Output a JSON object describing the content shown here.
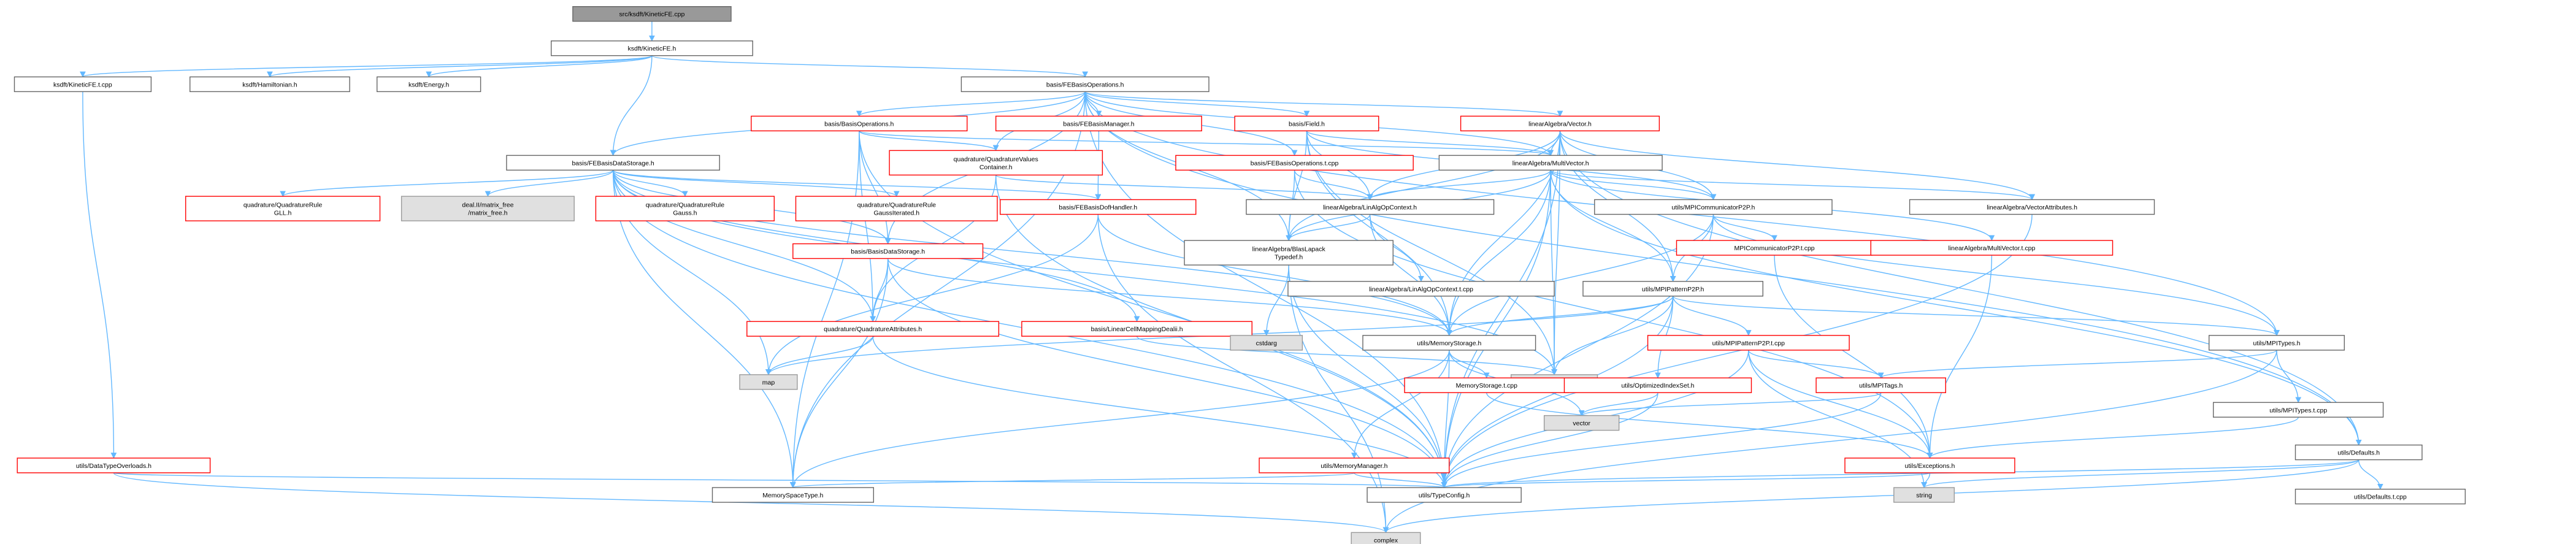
{
  "colors": {
    "edge": "#63b8ff",
    "root_fill": "#999999",
    "normal_stroke": "#666666",
    "missing_stroke": "#ff0000",
    "external_fill": "#e0e0e0",
    "external_stroke": "#999999",
    "node_fill": "#ffffff"
  },
  "nodes": [
    {
      "id": "root",
      "lines": [
        "src/ksdft/KineticFE.cpp"
      ],
      "kind": "root",
      "interactable": false
    },
    {
      "id": "KineticFE_h",
      "lines": [
        "ksdft/KineticFE.h"
      ],
      "kind": "normal",
      "interactable": true
    },
    {
      "id": "KineticFE_t",
      "lines": [
        "ksdft/KineticFE.t.cpp"
      ],
      "kind": "normal",
      "interactable": true
    },
    {
      "id": "Hamiltonian",
      "lines": [
        "ksdft/Hamiltonian.h"
      ],
      "kind": "normal",
      "interactable": true
    },
    {
      "id": "Energy",
      "lines": [
        "ksdft/Energy.h"
      ],
      "kind": "normal",
      "interactable": true
    },
    {
      "id": "FEBasisOps",
      "lines": [
        "basis/FEBasisOperations.h"
      ],
      "kind": "normal",
      "interactable": true
    },
    {
      "id": "BasisOps",
      "lines": [
        "basis/BasisOperations.h"
      ],
      "kind": "missing",
      "interactable": true
    },
    {
      "id": "FEBasisMgr",
      "lines": [
        "basis/FEBasisManager.h"
      ],
      "kind": "missing",
      "interactable": true
    },
    {
      "id": "Field",
      "lines": [
        "basis/Field.h"
      ],
      "kind": "missing",
      "interactable": true
    },
    {
      "id": "LAVector",
      "lines": [
        "linearAlgebra/Vector.h"
      ],
      "kind": "missing",
      "interactable": true
    },
    {
      "id": "FEBasisDS",
      "lines": [
        "basis/FEBasisDataStorage.h"
      ],
      "kind": "normal",
      "interactable": true
    },
    {
      "id": "QuadValCont",
      "lines": [
        "quadrature/QuadratureValues",
        "Container.h"
      ],
      "kind": "missing",
      "interactable": true
    },
    {
      "id": "FEBasisOps_t",
      "lines": [
        "basis/FEBasisOperations.t.cpp"
      ],
      "kind": "missing",
      "interactable": true
    },
    {
      "id": "MultiVector",
      "lines": [
        "linearAlgebra/MultiVector.h"
      ],
      "kind": "normal",
      "interactable": true
    },
    {
      "id": "QRGLL",
      "lines": [
        "quadrature/QuadratureRule",
        "GLL.h"
      ],
      "kind": "missing",
      "interactable": true
    },
    {
      "id": "dealii_mf",
      "lines": [
        "deal.II/matrix_free",
        "/matrix_free.h"
      ],
      "kind": "external",
      "interactable": false
    },
    {
      "id": "QRGauss",
      "lines": [
        "quadrature/QuadratureRule",
        "Gauss.h"
      ],
      "kind": "missing",
      "interactable": true
    },
    {
      "id": "QRGaussIt",
      "lines": [
        "quadrature/QuadratureRule",
        "GaussIterated.h"
      ],
      "kind": "missing",
      "interactable": true
    },
    {
      "id": "FEBasisDoF",
      "lines": [
        "basis/FEBasisDofHandler.h"
      ],
      "kind": "missing",
      "interactable": true
    },
    {
      "id": "LinAlgOpCtx",
      "lines": [
        "linearAlgebra/LinAlgOpContext.h"
      ],
      "kind": "normal",
      "interactable": true
    },
    {
      "id": "MPICommP2P",
      "lines": [
        "utils/MPICommunicatorP2P.h"
      ],
      "kind": "normal",
      "interactable": true
    },
    {
      "id": "LAVecAttr",
      "lines": [
        "linearAlgebra/VectorAttributes.h"
      ],
      "kind": "normal",
      "interactable": true
    },
    {
      "id": "BasisDS",
      "lines": [
        "basis/BasisDataStorage.h"
      ],
      "kind": "missing",
      "interactable": true
    },
    {
      "id": "BlasLapack",
      "lines": [
        "linearAlgebra/BlasLapack",
        "Typedef.h"
      ],
      "kind": "normal",
      "interactable": true
    },
    {
      "id": "LinAlgOpCtx_t",
      "lines": [
        "linearAlgebra/LinAlgOpContext.t.cpp"
      ],
      "kind": "normal",
      "interactable": true
    },
    {
      "id": "MPICommP2P_t",
      "lines": [
        "MPICommunicatorP2P.t.cpp"
      ],
      "kind": "missing",
      "interactable": true
    },
    {
      "id": "MultiVec_t",
      "lines": [
        "linearAlgebra/MultiVector.t.cpp"
      ],
      "kind": "missing",
      "interactable": true
    },
    {
      "id": "Defaults",
      "lines": [
        "utils/Defaults.h"
      ],
      "kind": "normal",
      "interactable": true
    },
    {
      "id": "MPIPattern",
      "lines": [
        "utils/MPIPatternP2P.h"
      ],
      "kind": "normal",
      "interactable": true
    },
    {
      "id": "QuadAttr",
      "lines": [
        "quadrature/QuadratureAttributes.h"
      ],
      "kind": "missing",
      "interactable": true
    },
    {
      "id": "LinCellMap",
      "lines": [
        "basis/LinearCellMappingDealii.h"
      ],
      "kind": "missing",
      "interactable": true
    },
    {
      "id": "cstdarg",
      "lines": [
        "cstdarg"
      ],
      "kind": "external",
      "interactable": false
    },
    {
      "id": "MemStorage",
      "lines": [
        "utils/MemoryStorage.h"
      ],
      "kind": "normal",
      "interactable": true
    },
    {
      "id": "MPIPattern_t",
      "lines": [
        "utils/MPIPatternP2P.t.cpp"
      ],
      "kind": "missing",
      "interactable": true
    },
    {
      "id": "MPITypes",
      "lines": [
        "utils/MPITypes.h"
      ],
      "kind": "normal",
      "interactable": true
    },
    {
      "id": "map",
      "lines": [
        "map"
      ],
      "kind": "external",
      "interactable": false
    },
    {
      "id": "memory",
      "lines": [
        "memory"
      ],
      "kind": "external",
      "interactable": false
    },
    {
      "id": "MemStorage_t",
      "lines": [
        "MemoryStorage.t.cpp"
      ],
      "kind": "missing",
      "interactable": true
    },
    {
      "id": "OptIdxSet",
      "lines": [
        "utils/OptimizedIndexSet.h"
      ],
      "kind": "missing",
      "interactable": true
    },
    {
      "id": "MPITags",
      "lines": [
        "utils/MPITags.h"
      ],
      "kind": "missing",
      "interactable": true
    },
    {
      "id": "MPITypes_t",
      "lines": [
        "utils/MPITypes.t.cpp"
      ],
      "kind": "normal",
      "interactable": true
    },
    {
      "id": "vector",
      "lines": [
        "vector"
      ],
      "kind": "external",
      "interactable": false
    },
    {
      "id": "DataTypeOv",
      "lines": [
        "utils/DataTypeOverloads.h"
      ],
      "kind": "missing",
      "interactable": true
    },
    {
      "id": "MemMgr",
      "lines": [
        "utils/MemoryManager.h"
      ],
      "kind": "missing",
      "interactable": true
    },
    {
      "id": "Exceptions",
      "lines": [
        "utils/Exceptions.h"
      ],
      "kind": "missing",
      "interactable": true
    },
    {
      "id": "Defaults_t",
      "lines": [
        "utils/Defaults.t.cpp"
      ],
      "kind": "normal",
      "interactable": true
    },
    {
      "id": "MemSpaceType",
      "lines": [
        "MemorySpaceType.h"
      ],
      "kind": "normal",
      "interactable": true
    },
    {
      "id": "TypeConfig",
      "lines": [
        "utils/TypeConfig.h"
      ],
      "kind": "normal",
      "interactable": true
    },
    {
      "id": "string",
      "lines": [
        "string"
      ],
      "kind": "external",
      "interactable": false
    },
    {
      "id": "complex",
      "lines": [
        "complex"
      ],
      "kind": "external",
      "interactable": false
    }
  ],
  "edges": [
    [
      "root",
      "KineticFE_h"
    ],
    [
      "KineticFE_h",
      "KineticFE_t"
    ],
    [
      "KineticFE_h",
      "Hamiltonian"
    ],
    [
      "KineticFE_h",
      "Energy"
    ],
    [
      "KineticFE_h",
      "FEBasisOps"
    ],
    [
      "KineticFE_h",
      "FEBasisDS"
    ],
    [
      "KineticFE_t",
      "DataTypeOv"
    ],
    [
      "FEBasisOps",
      "BasisOps"
    ],
    [
      "FEBasisOps",
      "FEBasisMgr"
    ],
    [
      "FEBasisOps",
      "Field"
    ],
    [
      "FEBasisOps",
      "LAVector"
    ],
    [
      "FEBasisOps",
      "FEBasisDS"
    ],
    [
      "FEBasisOps",
      "QuadValCont"
    ],
    [
      "FEBasisOps",
      "FEBasisOps_t"
    ],
    [
      "FEBasisOps",
      "MultiVector"
    ],
    [
      "FEBasisOps",
      "BasisDS"
    ],
    [
      "FEBasisOps",
      "BlasLapack"
    ],
    [
      "FEBasisOps",
      "Defaults"
    ],
    [
      "FEBasisOps",
      "MemSpaceType"
    ],
    [
      "FEBasisOps",
      "TypeConfig"
    ],
    [
      "FEBasisOps",
      "MPITypes"
    ],
    [
      "BasisOps",
      "QuadValCont"
    ],
    [
      "BasisOps",
      "BasisDS"
    ],
    [
      "BasisOps",
      "QuadAttr"
    ],
    [
      "BasisOps",
      "TypeConfig"
    ],
    [
      "BasisOps",
      "MemSpaceType"
    ],
    [
      "BasisOps",
      "MultiVector"
    ],
    [
      "FEBasisMgr",
      "FEBasisDoF"
    ],
    [
      "Field",
      "MultiVector"
    ],
    [
      "Field",
      "LinAlgOpCtx"
    ],
    [
      "Field",
      "BlasLapack"
    ],
    [
      "Field",
      "MemStorage"
    ],
    [
      "Field",
      "memory"
    ],
    [
      "Field",
      "MPICommP2P"
    ],
    [
      "LAVector",
      "MultiVector"
    ],
    [
      "LAVector",
      "LinAlgOpCtx"
    ],
    [
      "LAVector",
      "MPICommP2P"
    ],
    [
      "LAVector",
      "LAVecAttr"
    ],
    [
      "LAVector",
      "MPIPattern"
    ],
    [
      "LAVector",
      "MemStorage"
    ],
    [
      "LAVector",
      "TypeConfig"
    ],
    [
      "LAVector",
      "Defaults"
    ],
    [
      "LAVector",
      "memory"
    ],
    [
      "LAVector",
      "BlasLapack"
    ],
    [
      "FEBasisDS",
      "QRGLL"
    ],
    [
      "FEBasisDS",
      "dealii_mf"
    ],
    [
      "FEBasisDS",
      "QRGauss"
    ],
    [
      "FEBasisDS",
      "QRGaussIt"
    ],
    [
      "FEBasisDS",
      "FEBasisDoF"
    ],
    [
      "FEBasisDS",
      "BasisDS"
    ],
    [
      "FEBasisDS",
      "QuadAttr"
    ],
    [
      "FEBasisDS",
      "LinCellMap"
    ],
    [
      "FEBasisDS",
      "map"
    ],
    [
      "FEBasisDS",
      "memory"
    ],
    [
      "FEBasisDS",
      "MemStorage"
    ],
    [
      "FEBasisDS",
      "TypeConfig"
    ],
    [
      "FEBasisDS",
      "MemSpaceType"
    ],
    [
      "QuadValCont",
      "LinAlgOpCtx"
    ],
    [
      "QuadValCont",
      "QuadAttr"
    ],
    [
      "QuadValCont",
      "TypeConfig"
    ],
    [
      "FEBasisOps_t",
      "LinAlgOpCtx"
    ],
    [
      "FEBasisOps_t",
      "BlasLapack"
    ],
    [
      "FEBasisOps_t",
      "Exceptions"
    ],
    [
      "MultiVector",
      "LinAlgOpCtx"
    ],
    [
      "MultiVector",
      "MPICommP2P"
    ],
    [
      "MultiVector",
      "LAVecAttr"
    ],
    [
      "MultiVector",
      "MultiVec_t"
    ],
    [
      "MultiVector",
      "MPIPattern"
    ],
    [
      "MultiVector",
      "MemStorage"
    ],
    [
      "MultiVector",
      "BlasLapack"
    ],
    [
      "MultiVector",
      "TypeConfig"
    ],
    [
      "MultiVector",
      "Defaults"
    ],
    [
      "MultiVector",
      "memory"
    ],
    [
      "FEBasisDoF",
      "MemStorage"
    ],
    [
      "FEBasisDoF",
      "map"
    ],
    [
      "FEBasisDoF",
      "complex"
    ],
    [
      "LinAlgOpCtx",
      "BlasLapack"
    ],
    [
      "LinAlgOpCtx",
      "LinAlgOpCtx_t"
    ],
    [
      "LinAlgOpCtx",
      "MemStorage"
    ],
    [
      "MPICommP2P",
      "MPICommP2P_t"
    ],
    [
      "MPICommP2P",
      "MPIPattern"
    ],
    [
      "MPICommP2P",
      "MemStorage"
    ],
    [
      "MPICommP2P",
      "MPITypes"
    ],
    [
      "MPICommP2P",
      "TypeConfig"
    ],
    [
      "LAVecAttr",
      "TypeConfig"
    ],
    [
      "BasisDS",
      "QuadAttr"
    ],
    [
      "BasisDS",
      "TypeConfig"
    ],
    [
      "BasisDS",
      "MemSpaceType"
    ],
    [
      "BasisDS",
      "MemStorage"
    ],
    [
      "BlasLapack",
      "cstdarg"
    ],
    [
      "BlasLapack",
      "complex"
    ],
    [
      "BlasLapack",
      "TypeConfig"
    ],
    [
      "MPICommP2P_t",
      "Exceptions"
    ],
    [
      "MultiVec_t",
      "Exceptions"
    ],
    [
      "Defaults",
      "TypeConfig"
    ],
    [
      "Defaults",
      "Defaults_t"
    ],
    [
      "Defaults",
      "string"
    ],
    [
      "Defaults",
      "complex"
    ],
    [
      "MPIPattern",
      "MPIPattern_t"
    ],
    [
      "MPIPattern",
      "OptIdxSet"
    ],
    [
      "MPIPattern",
      "MemStorage"
    ],
    [
      "MPIPattern",
      "MPITypes"
    ],
    [
      "MPIPattern",
      "map"
    ],
    [
      "MPIPattern",
      "memory"
    ],
    [
      "MPIPattern",
      "TypeConfig"
    ],
    [
      "QuadAttr",
      "map"
    ],
    [
      "QuadAttr",
      "TypeConfig"
    ],
    [
      "LinCellMap",
      "memory"
    ],
    [
      "MemStorage",
      "MemMgr"
    ],
    [
      "MemStorage",
      "MemStorage_t"
    ],
    [
      "MemStorage",
      "vector"
    ],
    [
      "MemStorage",
      "TypeConfig"
    ],
    [
      "MemStorage",
      "MemSpaceType"
    ],
    [
      "MPIPattern_t",
      "MPITags"
    ],
    [
      "MPIPattern_t",
      "Exceptions"
    ],
    [
      "MPIPattern_t",
      "string"
    ],
    [
      "MPIPattern_t",
      "TypeConfig"
    ],
    [
      "MPITypes",
      "MPITypes_t"
    ],
    [
      "MPITypes",
      "MPITags"
    ],
    [
      "MPITypes",
      "complex"
    ],
    [
      "OptIdxSet",
      "vector"
    ],
    [
      "OptIdxSet",
      "TypeConfig"
    ],
    [
      "MPITags",
      "vector"
    ],
    [
      "MPITags",
      "TypeConfig"
    ],
    [
      "MPITypes_t",
      "Exceptions"
    ],
    [
      "DataTypeOv",
      "TypeConfig"
    ],
    [
      "DataTypeOv",
      "complex"
    ],
    [
      "MemMgr",
      "MemSpaceType"
    ],
    [
      "MemMgr",
      "TypeConfig"
    ],
    [
      "Exceptions",
      "string"
    ],
    [
      "Exceptions",
      "TypeConfig"
    ],
    [
      "MemStorage_t",
      "Exceptions"
    ]
  ]
}
